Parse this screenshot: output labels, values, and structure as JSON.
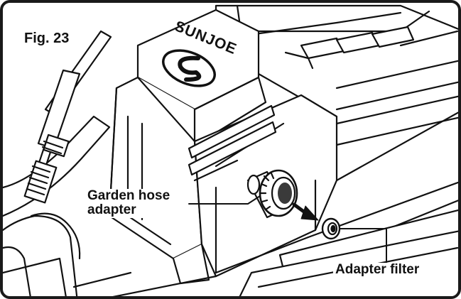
{
  "figure_label": "Fig. 23",
  "brand_text": "SUNJOE",
  "callouts": {
    "garden_hose_adapter": {
      "line1": "Garden hose",
      "line2": "adapter"
    },
    "adapter_filter": "Adapter filter"
  },
  "colors": {
    "ink": "#111111",
    "paper": "#ffffff",
    "shade": "#3a3a3a"
  },
  "icons": {
    "logo": "sunjoe-logo-icon",
    "arrow": "removal-arrow-icon"
  }
}
